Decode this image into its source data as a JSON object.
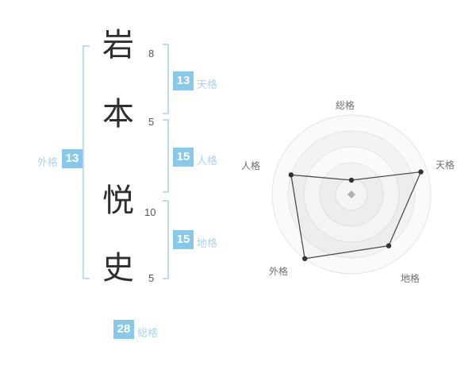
{
  "name": {
    "characters": [
      {
        "char": "岩",
        "strokes": "8"
      },
      {
        "char": "本",
        "strokes": "5"
      },
      {
        "char": "悦",
        "strokes": "10"
      },
      {
        "char": "史",
        "strokes": "5"
      }
    ]
  },
  "gokaku": {
    "tenkaku": {
      "label": "天格",
      "value": "13"
    },
    "jinkaku": {
      "label": "人格",
      "value": "15"
    },
    "chikaku": {
      "label": "地格",
      "value": "15"
    },
    "gaikaku": {
      "label": "外格",
      "value": "13"
    },
    "soukaku": {
      "label": "総格",
      "value": "28"
    }
  },
  "colors": {
    "value_box_bg": "#87c8eb",
    "value_box_text": "#ffffff",
    "bracket_line": "#badcf4",
    "kaku_label_text": "#a9d4f0",
    "kanji_text": "#2f2f2f",
    "stroke_count_text": "#555555",
    "radar_axis_label_text": "#6e6e6e",
    "radar_ring_stroke": "#e4e4e4",
    "radar_ring_fill_a": "#fafafa",
    "radar_ring_fill_b": "#f3f3f3",
    "radar_polygon_stroke": "#4d4d4d",
    "radar_point_fill": "#333333",
    "radar_center_marker_fill": "#b2b6b2"
  },
  "chart_data": {
    "type": "radar",
    "title": "",
    "axes": [
      "総格",
      "天格",
      "地格",
      "外格",
      "人格"
    ],
    "values_normalized": [
      0.18,
      0.92,
      0.8,
      1.0,
      0.8
    ],
    "scale_note": "fraction of outer ring radius, estimated from plot; no numeric tick labels shown",
    "ring_count": 5,
    "start_angle_deg": -90,
    "direction": "clockwise",
    "grid": "concentric-circles",
    "legend": "none"
  }
}
